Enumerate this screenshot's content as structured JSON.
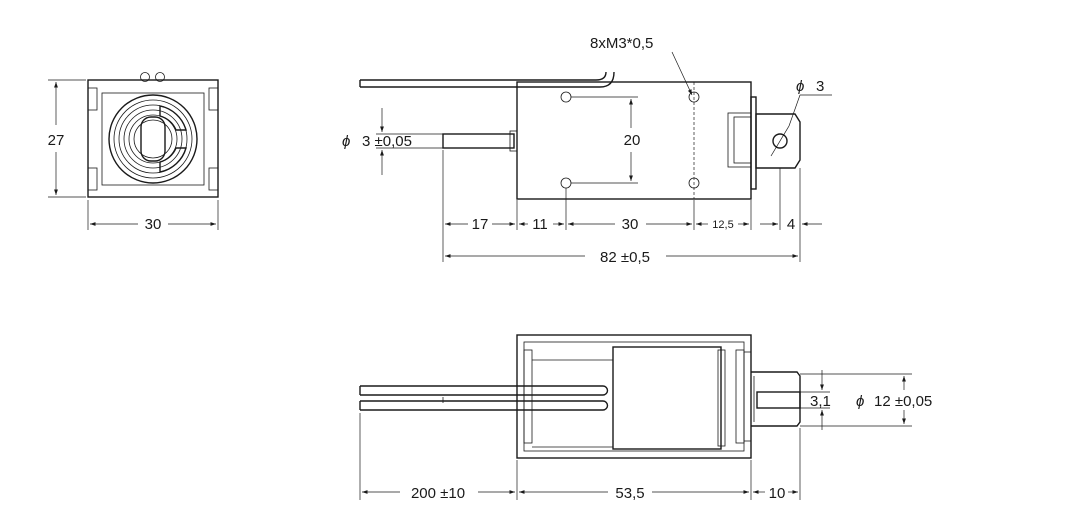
{
  "dimensions": {
    "end_height": "27",
    "end_width": "30",
    "plunger_diameter_symbol": "ϕ",
    "plunger_diameter": "3 ±0,05",
    "thread": "8xM3*0,5",
    "tip_diameter_symbol": "ϕ",
    "tip_diameter": "3",
    "hole_spacing": "20",
    "d17": "17",
    "d11": "11",
    "d30": "30",
    "d12_5": "12,5",
    "d4": "4",
    "total_length": "82 ±0,5",
    "lead_length": "200 ±10",
    "body_length": "53,5",
    "stroke_end": "10",
    "d3_1": "3,1",
    "body_diameter_symbol": "ϕ",
    "body_diameter": "12 ±0,05"
  }
}
